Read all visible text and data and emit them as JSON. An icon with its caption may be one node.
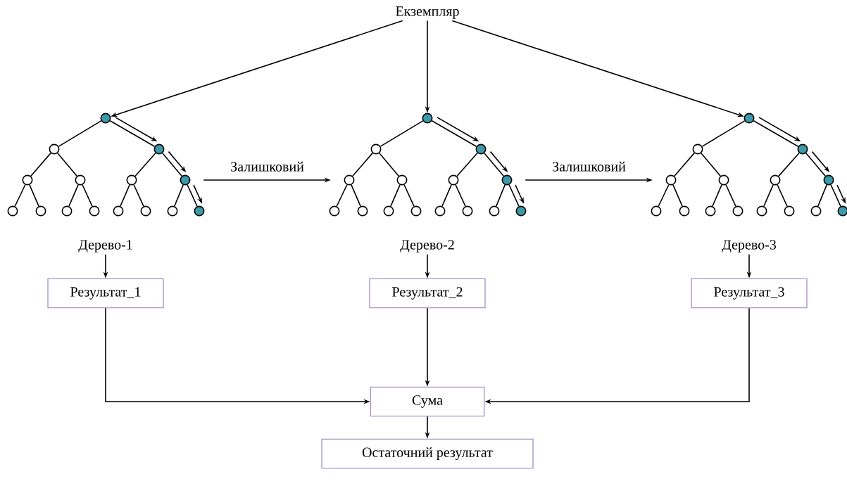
{
  "diagram": {
    "nodes": [
      {
        "text": [
          "Екземпляр"
        ]
      },
      {
        "text": [],
        "shape": "circle"
      },
      {
        "text": [],
        "shape": "circle"
      },
      {
        "text": [],
        "shape": "circle"
      },
      {
        "text": [],
        "shape": "circle"
      },
      {
        "text": [],
        "shape": "circle"
      },
      {
        "text": [],
        "shape": "circle"
      },
      {
        "text": [],
        "shape": "circle"
      },
      {
        "text": [],
        "shape": "circle"
      },
      {
        "text": [],
        "shape": "circle"
      },
      {
        "text": [],
        "shape": "circle"
      },
      {
        "text": [],
        "shape": "circle"
      },
      {
        "text": [],
        "shape": "circle"
      },
      {
        "text": [],
        "shape": "circle"
      },
      {
        "text": [],
        "shape": "circle"
      },
      {
        "text": [],
        "shape": "circle"
      },
      {
        "text": [],
        "shape": "circle"
      },
      {
        "text": [],
        "shape": "circle"
      },
      {
        "text": [],
        "shape": "circle"
      },
      {
        "text": [],
        "shape": "circle"
      },
      {
        "text": [],
        "shape": "circle"
      },
      {
        "text": [],
        "shape": "circle"
      },
      {
        "text": [],
        "shape": "circle"
      },
      {
        "text": [],
        "shape": "circle"
      },
      {
        "text": [],
        "shape": "circle"
      },
      {
        "text": [],
        "shape": "circle"
      },
      {
        "text": [],
        "shape": "circle"
      },
      {
        "text": [],
        "shape": "circle"
      },
      {
        "text": [],
        "shape": "circle"
      },
      {
        "text": [],
        "shape": "circle"
      },
      {
        "text": [],
        "shape": "circle"
      },
      {
        "text": [],
        "shape": "circle"
      },
      {
        "text": [],
        "shape": "circle"
      },
      {
        "text": [],
        "shape": "circle"
      },
      {
        "text": [],
        "shape": "circle"
      },
      {
        "text": [],
        "shape": "circle"
      },
      {
        "text": [],
        "shape": "circle"
      },
      {
        "text": [],
        "shape": "circle"
      },
      {
        "text": [],
        "shape": "circle"
      },
      {
        "text": [],
        "shape": "circle"
      },
      {
        "text": [],
        "shape": "circle"
      },
      {
        "text": [],
        "shape": "circle"
      },
      {
        "text": [],
        "shape": "circle"
      },
      {
        "text": [],
        "shape": "circle"
      },
      {
        "text": [],
        "shape": "circle"
      },
      {
        "text": [],
        "shape": "circle"
      },
      {
        "text": [
          "Дерево-1"
        ]
      },
      {
        "text": [
          "Дерево-2"
        ]
      },
      {
        "text": [
          "Дерево-3"
        ]
      },
      {
        "text": [
          "Результат_1"
        ]
      },
      {
        "text": [
          "Результат_2"
        ]
      },
      {
        "text": [
          "Результат_3"
        ]
      },
      {
        "text": [
          "Сума"
        ]
      },
      {
        "text": [
          "Остаточний результат"
        ]
      }
    ],
    "edges": [
      {
        "from": 0,
        "to": 1,
        "arrow": "to"
      },
      {
        "from": 0,
        "to": 16,
        "arrow": "to"
      },
      {
        "from": 0,
        "to": 31,
        "arrow": "to"
      },
      {
        "from": 1,
        "to": 2,
        "arrow": "none"
      },
      {
        "from": 1,
        "to": 3,
        "arrow": "none"
      },
      {
        "from": 2,
        "to": 4,
        "arrow": "none"
      },
      {
        "from": 2,
        "to": 5,
        "arrow": "none"
      },
      {
        "from": 3,
        "to": 6,
        "arrow": "none"
      },
      {
        "from": 3,
        "to": 7,
        "arrow": "none"
      },
      {
        "from": 4,
        "to": 8,
        "arrow": "none"
      },
      {
        "from": 4,
        "to": 9,
        "arrow": "none"
      },
      {
        "from": 5,
        "to": 10,
        "arrow": "none"
      },
      {
        "from": 5,
        "to": 11,
        "arrow": "none"
      },
      {
        "from": 6,
        "to": 12,
        "arrow": "none"
      },
      {
        "from": 6,
        "to": 13,
        "arrow": "none"
      },
      {
        "from": 7,
        "to": 14,
        "arrow": "none"
      },
      {
        "from": 7,
        "to": 15,
        "arrow": "none"
      },
      {
        "from": 16,
        "to": 17,
        "arrow": "none"
      },
      {
        "from": 16,
        "to": 18,
        "arrow": "none"
      },
      {
        "from": 17,
        "to": 19,
        "arrow": "none"
      },
      {
        "from": 17,
        "to": 20,
        "arrow": "none"
      },
      {
        "from": 18,
        "to": 21,
        "arrow": "none"
      },
      {
        "from": 18,
        "to": 22,
        "arrow": "none"
      },
      {
        "from": 19,
        "to": 23,
        "arrow": "none"
      },
      {
        "from": 19,
        "to": 24,
        "arrow": "none"
      },
      {
        "from": 20,
        "to": 25,
        "arrow": "none"
      },
      {
        "from": 20,
        "to": 26,
        "arrow": "none"
      },
      {
        "from": 21,
        "to": 27,
        "arrow": "none"
      },
      {
        "from": 21,
        "to": 28,
        "arrow": "none"
      },
      {
        "from": 22,
        "to": 29,
        "arrow": "none"
      },
      {
        "from": 22,
        "to": 30,
        "arrow": "none"
      },
      {
        "from": 31,
        "to": 32,
        "arrow": "none"
      },
      {
        "from": 31,
        "to": 33,
        "arrow": "none"
      },
      {
        "from": 32,
        "to": 34,
        "arrow": "none"
      },
      {
        "from": 32,
        "to": 35,
        "arrow": "none"
      },
      {
        "from": 33,
        "to": 36,
        "arrow": "none"
      },
      {
        "from": 33,
        "to": 37,
        "arrow": "none"
      },
      {
        "from": 34,
        "to": 38,
        "arrow": "none"
      },
      {
        "from": 34,
        "to": 39,
        "arrow": "none"
      },
      {
        "from": 35,
        "to": 40,
        "arrow": "none"
      },
      {
        "from": 35,
        "to": 41,
        "arrow": "none"
      },
      {
        "from": 36,
        "to": 42,
        "arrow": "none"
      },
      {
        "from": 36,
        "to": 43,
        "arrow": "none"
      },
      {
        "from": 37,
        "to": 44,
        "arrow": "none"
      },
      {
        "from": 37,
        "to": 45,
        "arrow": "none"
      },
      {
        "from": 7,
        "to": 19,
        "arrow": "to",
        "label": "Залишковий"
      },
      {
        "from": 22,
        "to": 34,
        "arrow": "to",
        "label": "Залишковий"
      },
      {
        "from": 46,
        "to": 49,
        "arrow": "to"
      },
      {
        "from": 47,
        "to": 50,
        "arrow": "to"
      },
      {
        "from": 48,
        "to": 51,
        "arrow": "to"
      },
      {
        "from": 49,
        "to": 52,
        "arrow": "to"
      },
      {
        "from": 50,
        "to": 52,
        "arrow": "to"
      },
      {
        "from": 51,
        "to": 52,
        "arrow": "to"
      },
      {
        "from": 52,
        "to": 53,
        "arrow": "to"
      },
      {
        "from": 1,
        "to": 3,
        "arrow": "to"
      },
      {
        "from": 3,
        "to": 7,
        "arrow": "to"
      },
      {
        "from": 7,
        "to": 15,
        "arrow": "to"
      },
      {
        "from": 16,
        "to": 18,
        "arrow": "to"
      },
      {
        "from": 18,
        "to": 22,
        "arrow": "to"
      },
      {
        "from": 22,
        "to": 30,
        "arrow": "to"
      },
      {
        "from": 31,
        "to": 33,
        "arrow": "to"
      },
      {
        "from": 33,
        "to": 37,
        "arrow": "to"
      },
      {
        "from": 37,
        "to": 45,
        "arrow": "to"
      }
    ]
  }
}
